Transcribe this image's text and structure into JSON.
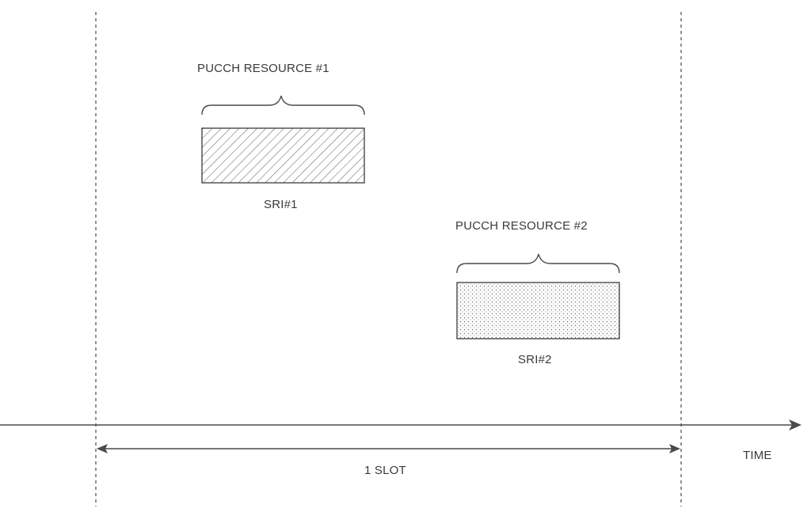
{
  "resources": [
    {
      "title": "PUCCH RESOURCE #1",
      "label": "SRI#1",
      "fill": "diagonal-hatch"
    },
    {
      "title": "PUCCH RESOURCE #2",
      "label": "SRI#2",
      "fill": "dot-stipple"
    }
  ],
  "slot": {
    "label": "1 SLOT"
  },
  "axis": {
    "label": "TIME"
  },
  "colors": {
    "line": "#4a4a4a",
    "text": "#3a3a3a"
  }
}
